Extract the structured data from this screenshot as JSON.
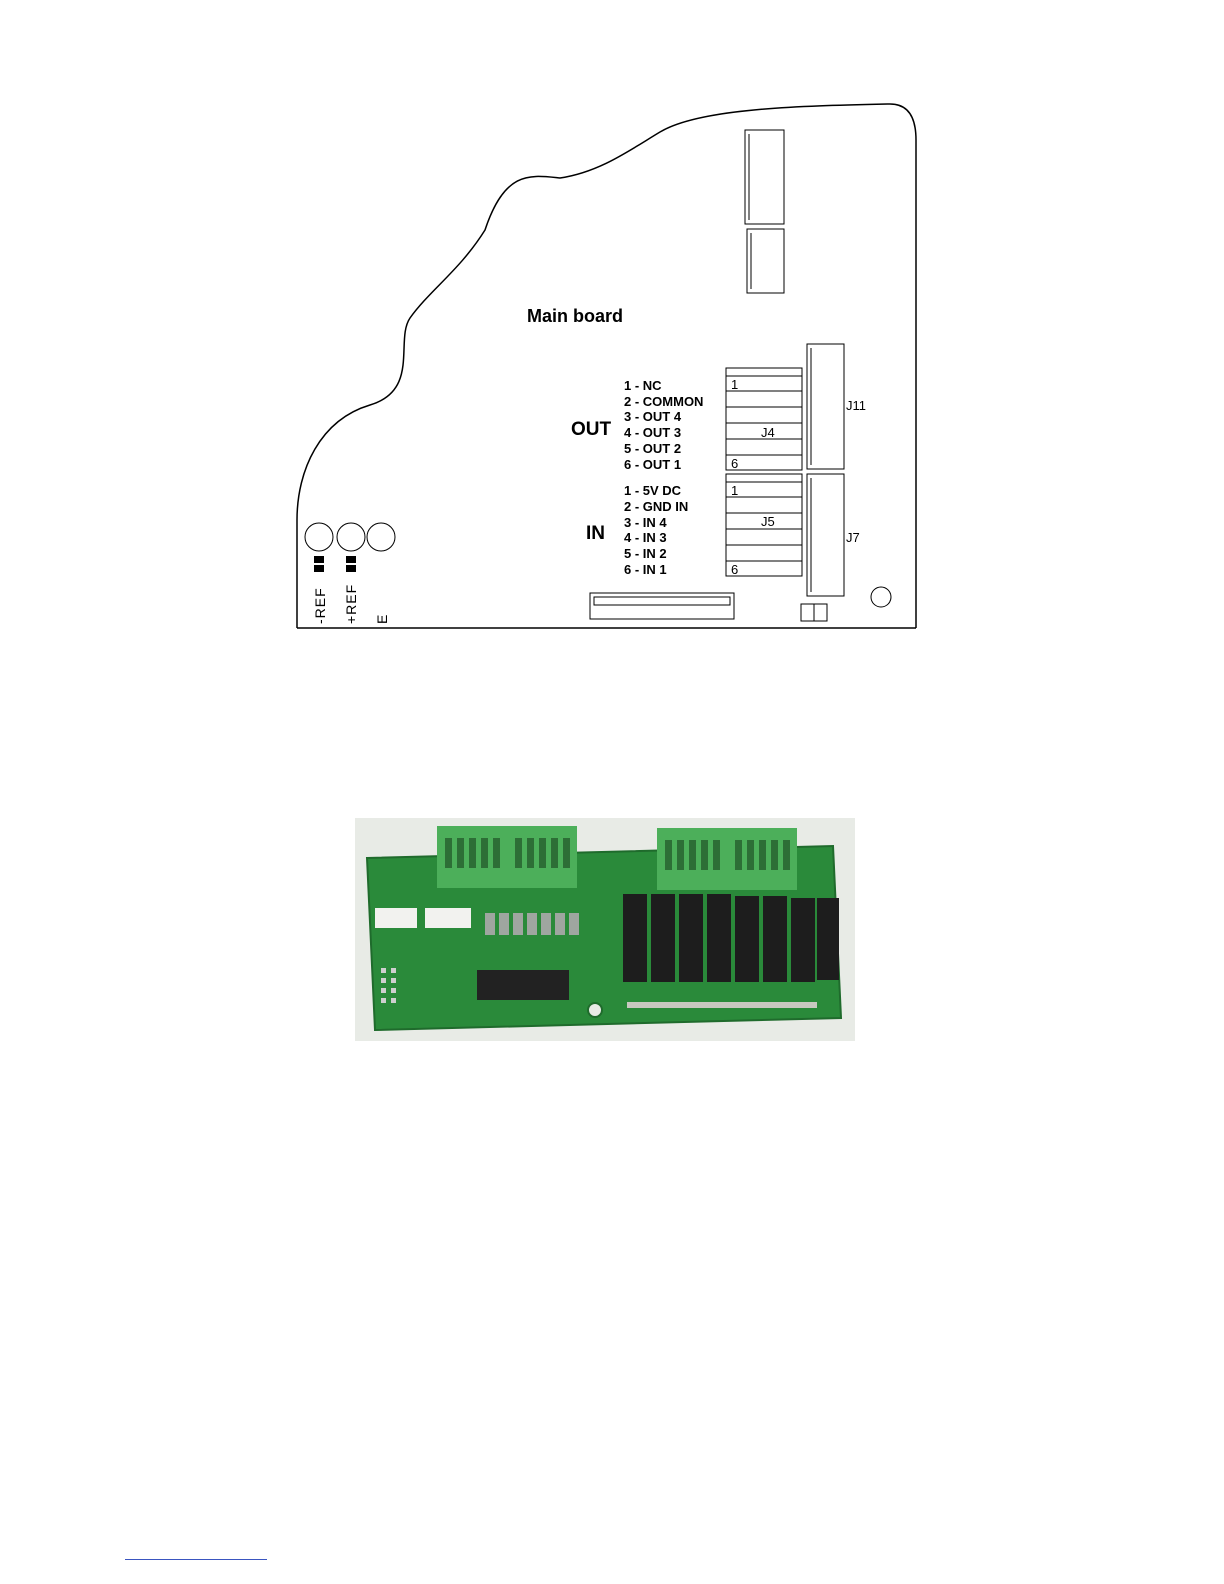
{
  "diagram": {
    "title": "Main board",
    "out_heading": "OUT",
    "in_heading": "IN",
    "out_pins": [
      "1 - NC",
      "2 - COMMON",
      "3 - OUT 4",
      "4 - OUT 3",
      "5 - OUT 2",
      "6 - OUT 1"
    ],
    "in_pins": [
      "1 - 5V DC",
      "2 - GND IN",
      "3 - IN 4",
      "4 - IN 3",
      "5 - IN 2",
      "6 - IN 1"
    ],
    "j4": {
      "name": "J4",
      "first": "1",
      "last": "6"
    },
    "j5": {
      "name": "J5",
      "first": "1",
      "last": "6"
    },
    "j11": "J11",
    "j7": "J7",
    "ref_minus": "-REF",
    "ref_plus": "+REF",
    "e_label": "E"
  },
  "photo": {
    "colors": {
      "pcb": "#2a8a3a",
      "terminal": "#4caf5a",
      "relay": "#1d1d1d",
      "ic": "#222222"
    }
  }
}
